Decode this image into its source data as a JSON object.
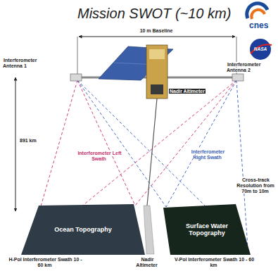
{
  "diagram": {
    "title": "Mission SWOT (~10 km)",
    "nodes": [
      {
        "text": [
          "Ocean Topography"
        ]
      },
      {
        "text": [
          "Surface Water Topography"
        ]
      }
    ],
    "labels": [
      "cnes",
      "NASA",
      "Interferometer Antenna 1",
      "10 m Baseline",
      "Interferometer Antenna 2",
      "Nadir Altimeter",
      "891 km",
      "Interferometer Left Swath",
      "Interferometer Right Swath",
      "Cross-track Resolution from 70m to 10m",
      "H-Pol Interferometer Swath 10 - 60 km",
      "Nadir Altimeter",
      "V-Pol Interferometer Swath 10 - 60 km"
    ]
  }
}
